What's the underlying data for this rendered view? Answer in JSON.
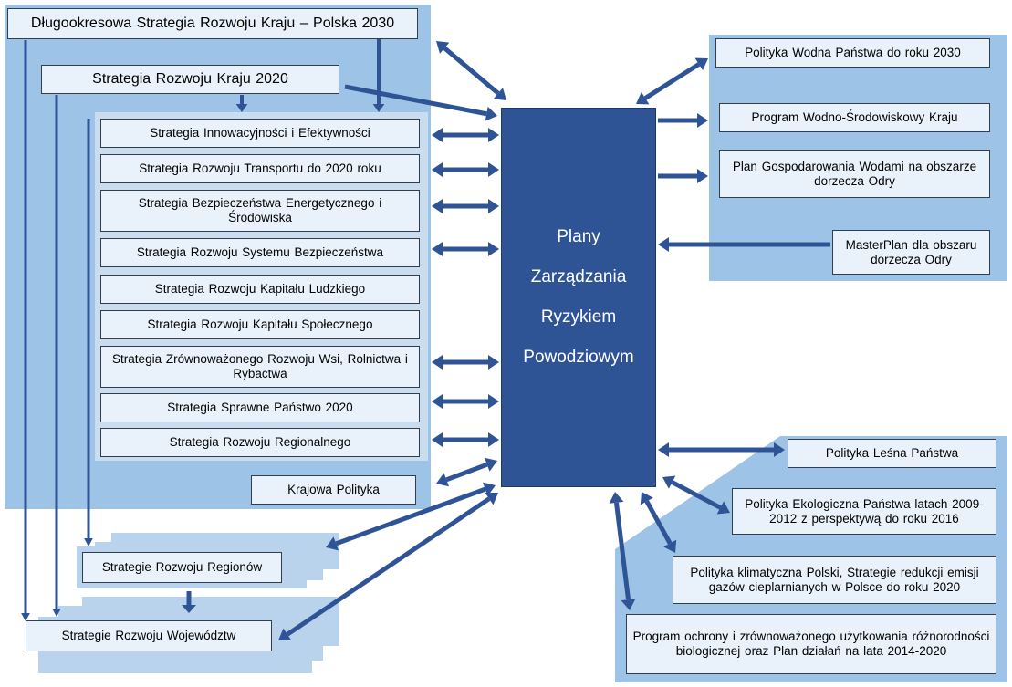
{
  "center": {
    "lines": [
      "Plany",
      "Zarządzania",
      "Ryzykiem",
      "Powodziowym"
    ]
  },
  "left": {
    "top_strategy": "Długookresowa Strategia Rozwoju Kraju – Polska 2030",
    "srk": "Strategia Rozwoju Kraju 2020",
    "strategies": [
      "Strategia Innowacyjności i Efektywności",
      "Strategia Rozwoju Transportu do 2020 roku",
      "Strategia Bezpieczeństwa Energetycznego i Środowiska",
      "Strategia Rozwoju Systemu Bezpieczeństwa",
      "Strategia Rozwoju Kapitału Ludzkiego",
      "Strategia Rozwoju Kapitału Społecznego",
      "Strategia Zrównoważonego Rozwoju Wsi, Rolnictwa i Rybactwa",
      "Strategia Sprawne Państwo 2020",
      "Strategia Rozwoju Regionalnego"
    ],
    "krajowa": "Krajowa Polityka",
    "regiony": "Strategie Rozwoju Regionów",
    "wojewodztwa": "Strategie Rozwoju Województw"
  },
  "right_top": {
    "items": [
      "Polityka Wodna Państwa do roku 2030",
      "Program Wodno-Środowiskowy Kraju",
      "Plan Gospodarowania Wodami na obszarze dorzecza Odry",
      "MasterPlan dla obszaru dorzecza Odry"
    ]
  },
  "right_bottom": {
    "items": [
      "Polityka Leśna Państwa",
      "Polityka Ekologiczna Państwa latach 2009-2012 z perspektywą do roku 2016",
      "Polityka klimatyczna Polski, Strategie redukcji emisji gazów cieplarnianych w Polsce do roku 2020",
      "Program ochrony i zrównoważonego użytkowania różnorodności biologicznej oraz Plan działań na lata 2014-2020"
    ]
  },
  "colors": {
    "region": "#9dc3e6",
    "inner_panel": "#c9ddef",
    "box_fill": "#e9f1fa",
    "center_fill": "#2f5496",
    "arrow": "#2f5496"
  }
}
